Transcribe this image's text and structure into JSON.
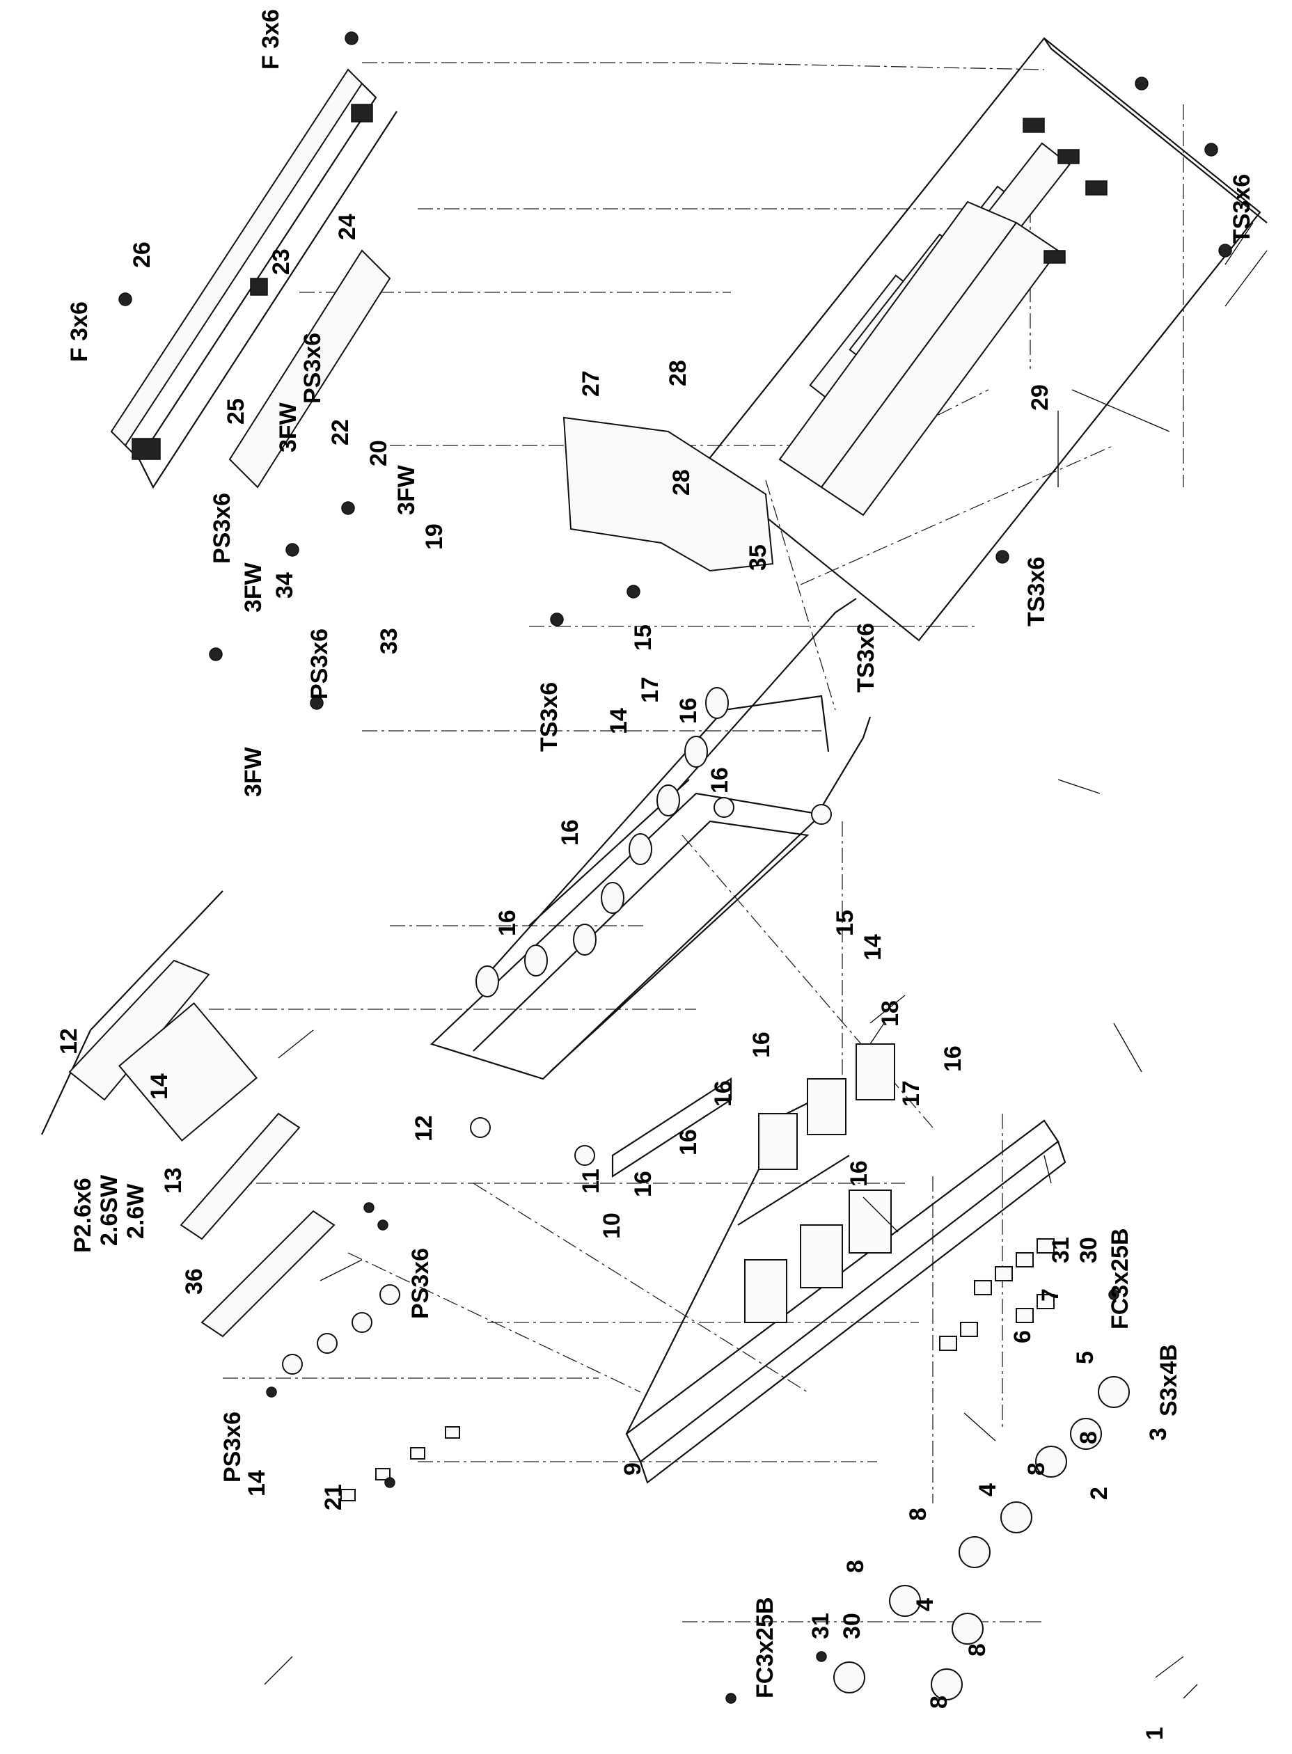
{
  "labels": {
    "n1": "1",
    "n2": "2",
    "n3": "3",
    "n4a": "4",
    "n4b": "4",
    "n5": "5",
    "n6": "6",
    "n7": "7",
    "n8a": "8",
    "n8b": "8",
    "n8c": "8",
    "n8d": "8",
    "n8e": "8",
    "n8f": "8",
    "n9": "9",
    "n10": "10",
    "n11": "11",
    "n12a": "12",
    "n12b": "12",
    "n13": "13",
    "n14a": "14",
    "n14b": "14",
    "n14c": "14",
    "n14d": "14",
    "n15a": "15",
    "n15b": "15",
    "n16a": "16",
    "n16b": "16",
    "n16c": "16",
    "n16d": "16",
    "n16e": "16",
    "n16f": "16",
    "n16g": "16",
    "n16h": "16",
    "n16i": "16",
    "n16j": "16",
    "n17a": "17",
    "n17b": "17",
    "n18": "18",
    "n19": "19",
    "n20": "20",
    "n21": "21",
    "n22": "22",
    "n23": "23",
    "n24": "24",
    "n25": "25",
    "n26": "26",
    "n27": "27",
    "n28a": "28",
    "n28b": "28",
    "n29": "29",
    "n30a": "30",
    "n30b": "30",
    "n31a": "31",
    "n31b": "31",
    "n33": "33",
    "n34": "34",
    "n35": "35",
    "n36": "36",
    "f36a": "F 3x6",
    "f36b": "F 3x6",
    "ts36a": "TS3x6",
    "ts36b": "TS3x6",
    "ts36c": "TS3x6",
    "ts36d": "TS3x6",
    "ps36a": "PS3x6",
    "ps36b": "PS3x6",
    "ps36c": "PS3x6",
    "ps36d": "PS3x6",
    "ps36e": "PS3x6",
    "fw3a": "3FW",
    "fw3b": "3FW",
    "fw3c": "3FW",
    "fw3d": "3FW",
    "p26x6": "P2.6x6",
    "sw26": "2.6SW",
    "w26": "2.6W",
    "fc325a": "FC3x25B",
    "fc325b": "FC3x25B",
    "s34b": "S3x4B"
  }
}
